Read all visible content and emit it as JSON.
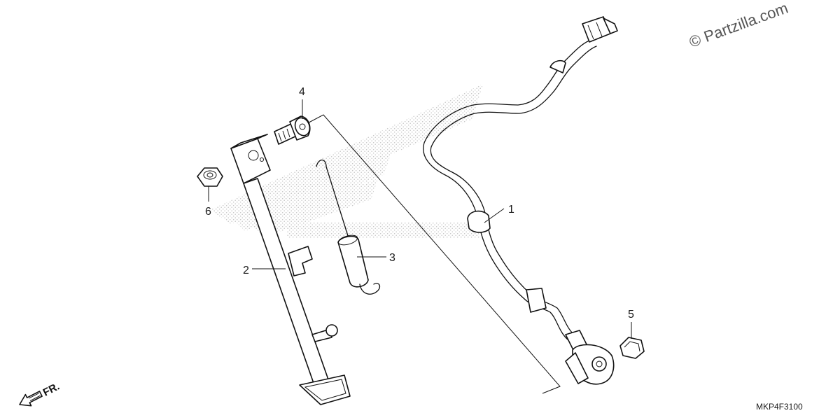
{
  "watermark": "© Partzilla.com",
  "diagram_code": "MKP4F3100",
  "front_indicator": "FR.",
  "callouts": [
    "1",
    "2",
    "3",
    "4",
    "5",
    "6"
  ],
  "parts": [
    {
      "ref": "1",
      "item": "side-stand-switch"
    },
    {
      "ref": "2",
      "item": "side-stand"
    },
    {
      "ref": "3",
      "item": "spring"
    },
    {
      "ref": "4",
      "item": "pivot-bolt"
    },
    {
      "ref": "5",
      "item": "flange-bolt"
    },
    {
      "ref": "6",
      "item": "nut"
    }
  ],
  "colors": {
    "line": "#111111",
    "background": "#ffffff",
    "watermark_stipple": "#9a9a9a"
  }
}
